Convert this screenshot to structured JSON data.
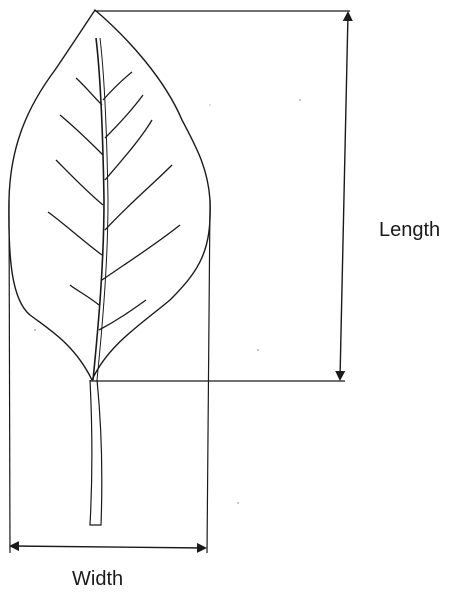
{
  "diagram": {
    "labels": {
      "length": "Length",
      "width": "Width"
    },
    "icons": {
      "leaf": "leaf-drawing-icon",
      "length_arrow": "double-headed-vertical-arrow",
      "width_arrow": "double-headed-horizontal-arrow"
    },
    "colors": {
      "line": "#1a1a1a",
      "background": "#ffffff"
    }
  }
}
